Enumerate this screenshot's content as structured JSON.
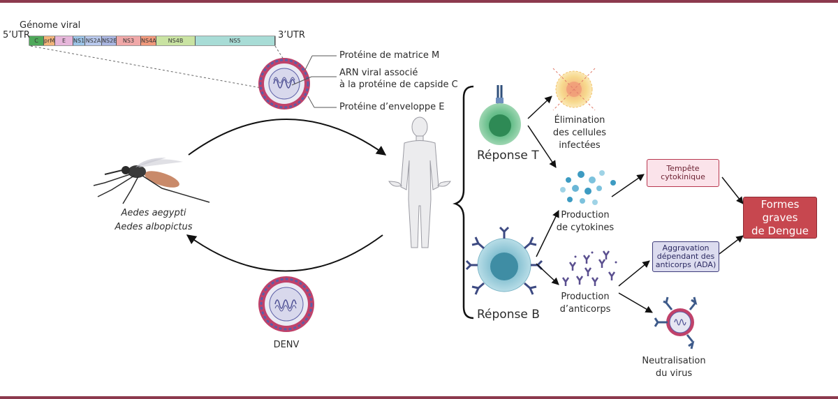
{
  "genome": {
    "title": "Génome viral",
    "utr5": "5’UTR",
    "utr3": "3’UTR",
    "segments": [
      {
        "label": "C",
        "color": "#4fa85a"
      },
      {
        "label": "prM",
        "color": "#f2b47a"
      },
      {
        "label": "E",
        "color": "#e6b6da"
      },
      {
        "label": "NS1",
        "color": "#9cc3e6"
      },
      {
        "label": "NS2A",
        "color": "#b8c8ec"
      },
      {
        "label": "NS2B",
        "color": "#a9b5e0"
      },
      {
        "label": "NS3",
        "color": "#f0a8a8"
      },
      {
        "label": "NS4A",
        "color": "#f0997c"
      },
      {
        "label": "NS4B",
        "color": "#c9e3a2"
      },
      {
        "label": "NS5",
        "color": "#a8dcd6"
      }
    ]
  },
  "virion_labels": {
    "matrix": "Protéine de matrice M",
    "rna_line1": "ARN viral associé",
    "rna_line2": "à la protéine  de capside C",
    "envelope": "Protéine d’enveloppe E"
  },
  "vector": {
    "species1": "Aedes aegypti",
    "species2": "Aedes albopictus"
  },
  "virus_name": "DENV",
  "responses": {
    "t": "Réponse T",
    "b": "Réponse B"
  },
  "outcomes": {
    "elimination": [
      "Élimination",
      "des cellules",
      "infectées"
    ],
    "cytokines": [
      "Production",
      "de cytokines"
    ],
    "antibodies": [
      "Production",
      "d’anticorps"
    ],
    "neutralisation": [
      "Neutralisation",
      "du virus"
    ]
  },
  "boxes": {
    "storm": [
      "Tempête",
      "cytokinique"
    ],
    "ada": [
      "Aggravation",
      "dépendant des",
      "anticorps (ADA)"
    ],
    "severe": [
      "Formes graves",
      "de Dengue"
    ]
  },
  "colors": {
    "accent_rule": "#8c3a4e",
    "severe_box": "#c7474f",
    "virus_envelope": "#c0426a",
    "virus_core": "#5b5ea6"
  }
}
